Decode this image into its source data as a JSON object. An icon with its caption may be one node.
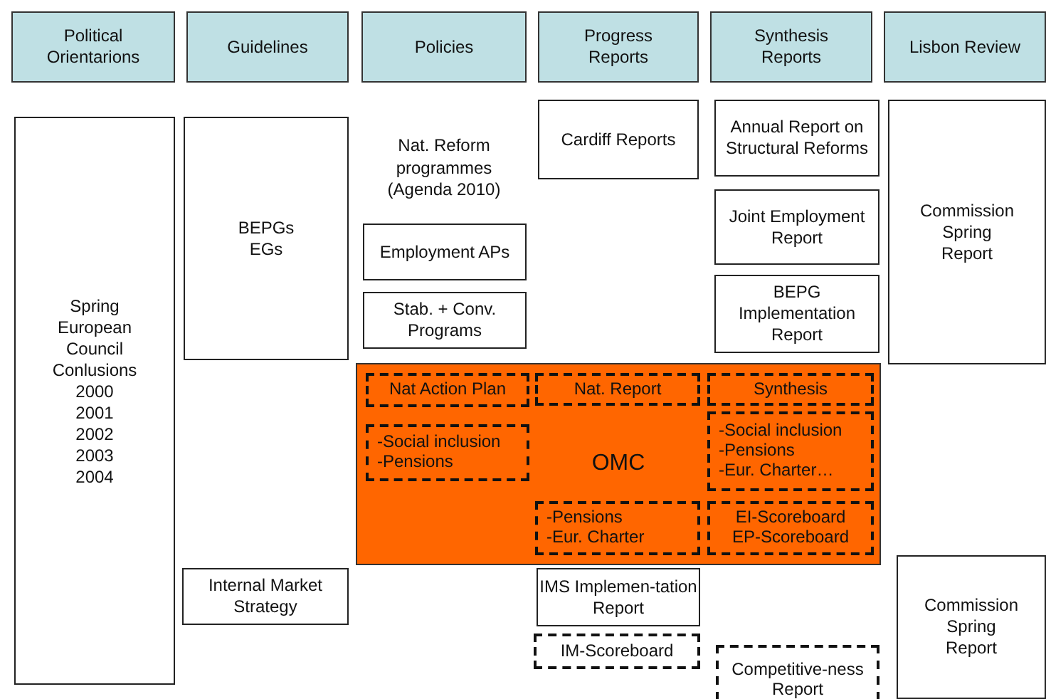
{
  "diagram": {
    "nodes": [
      {
        "text": [
          "Political Orientarions"
        ]
      },
      {
        "text": [
          "Guidelines"
        ]
      },
      {
        "text": [
          "Policies"
        ]
      },
      {
        "text": [
          "Progress Reports"
        ]
      },
      {
        "text": [
          "Synthesis Reports"
        ]
      },
      {
        "text": [
          "Lisbon Review"
        ]
      },
      {
        "text": [
          "Spring European Council Conlusions",
          "2000",
          "2001",
          "2002",
          "2003",
          "2004"
        ]
      },
      {
        "text": [
          "BEPGs",
          "EGs"
        ]
      },
      {
        "text": [
          "Employment APs"
        ]
      },
      {
        "text": [
          "Stab. + Conv. Programs"
        ]
      },
      {
        "text": [
          "Cardiff Reports"
        ]
      },
      {
        "text": [
          "Annual Report on Structural Reforms"
        ]
      },
      {
        "text": [
          "Joint Employment Report"
        ]
      },
      {
        "text": [
          "BEPG Implementation Report"
        ]
      },
      {
        "text": [
          "Commission Spring Report"
        ]
      },
      {
        "text": [
          "OMC"
        ]
      },
      {
        "text": [
          "Nat Action Plan"
        ],
        "in": 15
      },
      {
        "text": [
          "Nat. Report"
        ],
        "in": 15
      },
      {
        "text": [
          "Synthesis"
        ],
        "in": 15
      },
      {
        "text": [
          "-Social inclusion",
          "-Pensions"
        ],
        "in": 15
      },
      {
        "text": [
          "-Social inclusion",
          "-Pensions",
          "-Eur. Charter…"
        ],
        "in": 15
      },
      {
        "text": [
          "-Pensions",
          "-Eur. Charter"
        ],
        "in": 15
      },
      {
        "text": [
          "EI-Scoreboard",
          "EP-Scoreboard"
        ],
        "in": 15
      },
      {
        "text": [
          "Internal Market Strategy"
        ]
      },
      {
        "text": [
          "IMS Implemen-tation Report"
        ]
      },
      {
        "text": [
          "IM-Scoreboard"
        ]
      },
      {
        "text": [
          "Commission Spring Report"
        ]
      },
      {
        "text": [
          "Competitive-ness Report"
        ]
      }
    ],
    "labels": [
      "Nat. Reform programmes (Agenda 2010)"
    ]
  }
}
